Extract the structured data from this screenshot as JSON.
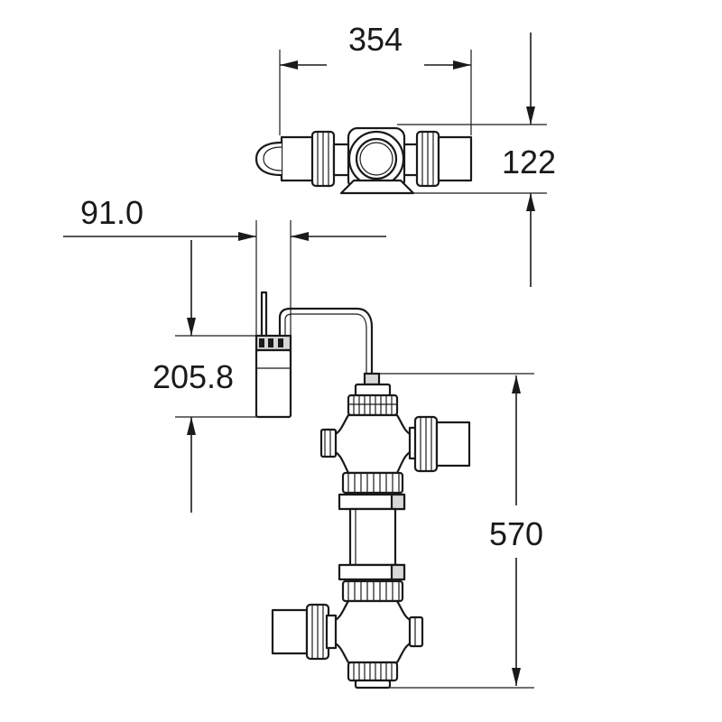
{
  "dimensions": {
    "top_width": "354",
    "top_height": "122",
    "probe_width": "91.0",
    "probe_height": "205.8",
    "total_height": "570"
  },
  "colors": {
    "line": "#1a1a1a",
    "background": "#ffffff"
  }
}
